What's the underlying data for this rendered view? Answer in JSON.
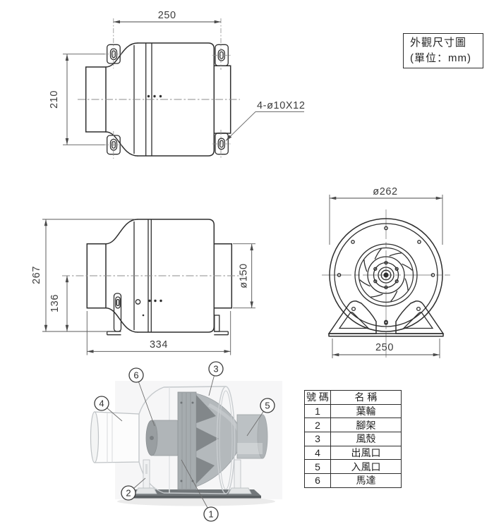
{
  "sheet": {
    "title_line1": "外觀尺寸圖",
    "title_line2": "(單位：mm)"
  },
  "dimensions": {
    "top_view": {
      "hole_pitch_width": "250",
      "hole_pitch_height": "210",
      "mounting_holes_note": "4-ø10X12"
    },
    "side_view": {
      "overall_height": "267",
      "axis_height": "136",
      "overall_length": "334",
      "duct_diameter": "ø150"
    },
    "front_view": {
      "body_diameter": "ø262",
      "base_width": "250"
    }
  },
  "parts_table": {
    "headers": [
      "號 碼",
      "名 稱"
    ],
    "rows": [
      {
        "no": "1",
        "name": "葉輪"
      },
      {
        "no": "2",
        "name": "腳架"
      },
      {
        "no": "3",
        "name": "風殼"
      },
      {
        "no": "4",
        "name": "出風口"
      },
      {
        "no": "5",
        "name": "入風口"
      },
      {
        "no": "6",
        "name": "馬達"
      }
    ]
  },
  "callouts": [
    {
      "number": "1"
    },
    {
      "number": "2"
    },
    {
      "number": "3"
    },
    {
      "number": "4"
    },
    {
      "number": "5"
    },
    {
      "number": "6"
    }
  ],
  "colors": {
    "line": "#2e2e2e",
    "dimension": "#4a4a4a",
    "centerline": "#8d8d8d",
    "render_light_grey": "#b5babd",
    "render_dark_grey": "#7d8285",
    "render_base": "#6f7477"
  }
}
